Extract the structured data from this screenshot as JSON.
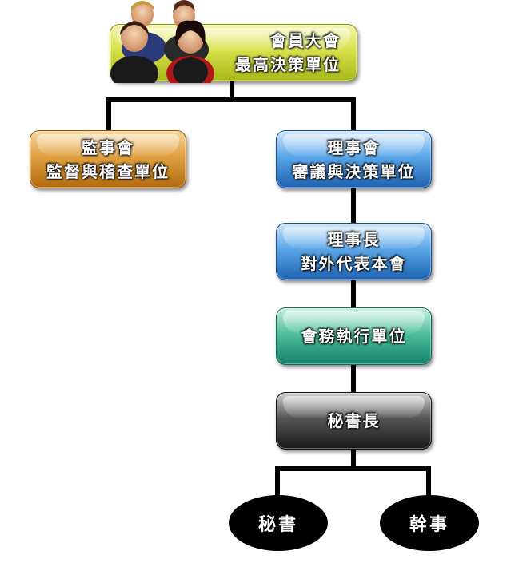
{
  "general_assembly": {
    "line1": "會員大會",
    "line2": "最高決策單位"
  },
  "supervisors": {
    "line1": "監事會",
    "line2": "監督與稽查單位"
  },
  "directors": {
    "line1": "理事會",
    "line2": "審議與決策單位"
  },
  "chairman": {
    "line1": "理事長",
    "line2": "對外代表本會"
  },
  "executive": {
    "line1": "會務執行單位"
  },
  "secretary_general": {
    "line1": "秘書長"
  },
  "secretary": {
    "label": "秘書"
  },
  "officer": {
    "label": "幹事"
  },
  "icon": "people-meeting-icon",
  "colors": {
    "yellow": "#d8e04a",
    "orange": "#e0a040",
    "blue": "#5aa6e8",
    "teal": "#4fbf9c",
    "black": "#333333"
  }
}
